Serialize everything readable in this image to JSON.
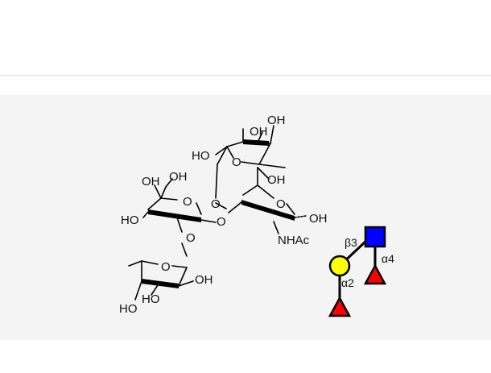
{
  "structure": {
    "labels": {
      "oh_fuc_top_a": "OH",
      "oh_fuc_top_b": "OH",
      "ho_fuc_top": "HO",
      "o_fuc_top_ring": "O",
      "oh_glcnac_c6": "OH",
      "o_glcnac_ring": "O",
      "oh_glcnac_anomeric": "OH",
      "nhac": "NHAc",
      "o_link_fuc_glcnac": "O",
      "o_link_gal_glcnac": "O",
      "oh_gal_a": "OH",
      "oh_gal_b": "OH",
      "ho_gal": "HO",
      "o_gal_ring": "O",
      "o_link_fuc_gal": "O",
      "o_fuc_bottom_ring": "O",
      "oh_fuc_bottom": "OH",
      "ho_fuc_bottom_a": "HO",
      "ho_fuc_bottom_b": "HO"
    }
  },
  "snfg": {
    "linkages": {
      "gal_glcnac": "β3",
      "fuc_glcnac": "α4",
      "fuc_gal": "α2"
    },
    "colors": {
      "glcnac": "#0000ff",
      "gal": "#ffff00",
      "fuc": "#ff0000"
    }
  }
}
